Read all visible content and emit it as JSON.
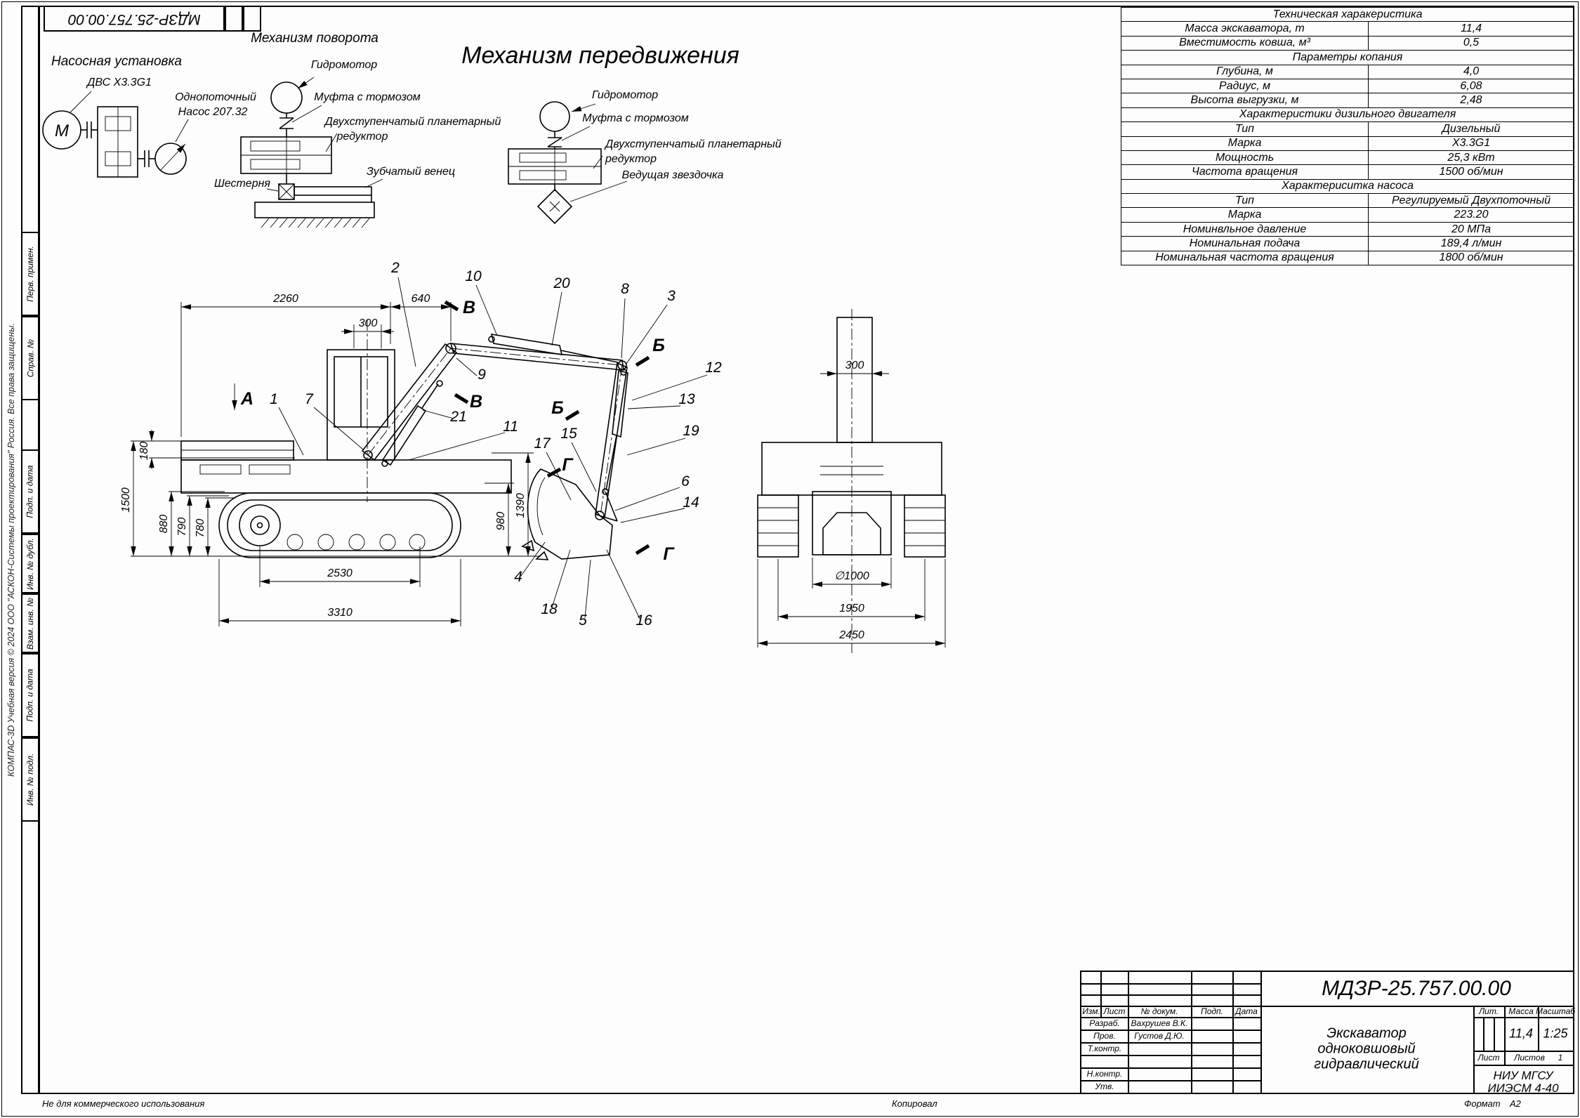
{
  "page": {
    "stamp": "МДЗР-25.757.00.00",
    "watermark": "КОМПАС-3D Учебная версия © 2024 ООО \"АСКОН-Системы проектирования\" Россия. Все права защищены.",
    "not_commercial": "Не для коммерческого использования",
    "margin_labels": {
      "perv_primen": "Перв. примен.",
      "sprav_no": "Справ. №",
      "podp_data_1": "Подп. и дата",
      "inv_dubl": "Инв. № дубл.",
      "vzam_inv": "Взам. инв. №",
      "podp_data_2": "Подп. и дата",
      "inv_podl": "Инв. № подл."
    }
  },
  "schematics": {
    "pump_unit": {
      "title": "Насосная установка",
      "engine_label": "ДВС X3.3G1",
      "motor_letter": "М",
      "pump_label_line1": "Однопоточный",
      "pump_label_line2": "Насос 207.32"
    },
    "rotation": {
      "title": "Механизм поворота",
      "hydromotor": "Гидромотор",
      "clutch": "Муфта с тормозом",
      "reducer_line1": "Двухступенчатый планетарный",
      "reducer_line2": "редуктор",
      "pinion": "Шестерня",
      "ring_gear": "Зубчатый венец"
    },
    "travel": {
      "title": "Механизм передвижения",
      "hydromotor": "Гидромотор",
      "clutch": "Муфта с тормозом",
      "reducer_line1": "Двухступенчатый планетарный",
      "reducer_line2": "редуктор",
      "sprocket": "Ведущая звездочка"
    }
  },
  "spec_table": {
    "rows": [
      {
        "type": "header",
        "text": "Техническая харакеристика"
      },
      {
        "type": "data",
        "label": "Масса экскаватора, т",
        "value": "11,4"
      },
      {
        "type": "data",
        "label": "Вместимость ковша, м³",
        "value": "0,5"
      },
      {
        "type": "header",
        "text": "Параметры копания"
      },
      {
        "type": "data",
        "label": "Глубина, м",
        "value": "4,0"
      },
      {
        "type": "data",
        "label": "Радиус, м",
        "value": "6,08"
      },
      {
        "type": "data",
        "label": "Высота выгрузки, м",
        "value": "2,48"
      },
      {
        "type": "header",
        "text": "Характеристики дизильного двигателя"
      },
      {
        "type": "data",
        "label": "Тип",
        "value": "Дизельный"
      },
      {
        "type": "data",
        "label": "Марка",
        "value": "X3.3G1"
      },
      {
        "type": "data",
        "label": "Мощность",
        "value": "25,3 кВт"
      },
      {
        "type": "data",
        "label": "Частота вращения",
        "value": "1500 об/мин"
      },
      {
        "type": "header",
        "text": "Характериситка насоса"
      },
      {
        "type": "data",
        "label": "Тип",
        "value": "Регулируемый Двухпоточный"
      },
      {
        "type": "data",
        "label": "Марка",
        "value": "223.20"
      },
      {
        "type": "data",
        "label": "Номинвльное давление",
        "value": "20 МПа"
      },
      {
        "type": "data",
        "label": "Номинальная подача",
        "value": "189,4 л/мин"
      },
      {
        "type": "data",
        "label": "Номинальная частота вращения",
        "value": "1800 об/мин"
      }
    ]
  },
  "side_view": {
    "dims": {
      "top_2260": "2260",
      "top_640": "640",
      "top_300": "300",
      "left_1500": "1500",
      "left_180": "180",
      "left_880": "880",
      "left_790": "790",
      "left_780": "780",
      "right_980": "980",
      "right_1390": "1390",
      "bottom_2530": "2530",
      "bottom_3310": "3310"
    },
    "callouts": [
      "1",
      "2",
      "3",
      "4",
      "5",
      "6",
      "7",
      "8",
      "9",
      "10",
      "11",
      "12",
      "13",
      "14",
      "15",
      "16",
      "17",
      "18",
      "19",
      "20",
      "21"
    ],
    "sections": {
      "a": "А",
      "b": "Б",
      "v": "В",
      "g": "Г"
    }
  },
  "rear_view": {
    "dims": {
      "top_300": "300",
      "wheel": "∅1000",
      "track_1950": "1950",
      "overall_2450": "2450"
    }
  },
  "title_block": {
    "doc_number": "МДЗР-25.757.00.00",
    "name_line1": "Экскаватор",
    "name_line2": "одноковшовый",
    "name_line3": "гидравлический",
    "lit_label": "Лит.",
    "mass_label": "Масса",
    "scale_label": "Масштаб",
    "mass_value": "11,4",
    "scale_value": "1:25",
    "sheet_label": "Лист",
    "sheets_label": "Листов",
    "sheets_value": "1",
    "org_line1": "НИУ МГСУ",
    "org_line2": "ИИЭСМ 4-40",
    "cols": {
      "izm": "Изм.",
      "list": "Лист",
      "docum": "№ докум.",
      "podp": "Подп.",
      "data": "Дата"
    },
    "rows": {
      "razrab": "Разраб.",
      "razrab_name": "Вахрушев В.К.",
      "prov": "Пров.",
      "prov_name": "Густов Д.Ю.",
      "tkontr": "Т.контр.",
      "nkontr": "Н.контр.",
      "utv": "Утв."
    },
    "footer": {
      "kopiroval": "Копировал",
      "format_label": "Формат",
      "format_value": "А2"
    }
  }
}
